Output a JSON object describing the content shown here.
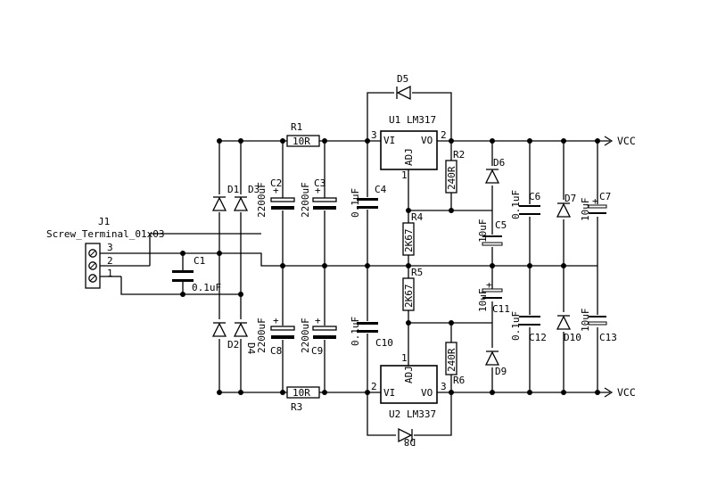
{
  "connector": {
    "ref": "J1",
    "value": "Screw_Terminal_01x03",
    "pins": [
      "3",
      "2",
      "1"
    ]
  },
  "diodes": {
    "d1": "D1",
    "d2": "D2",
    "d3": "D3",
    "d4": "D4",
    "d5": "D5",
    "d6": "D6",
    "d7": "D7",
    "d8": "D8",
    "d9": "D9",
    "d10": "D10"
  },
  "resistors": {
    "r1": {
      "ref": "R1",
      "value": "10R"
    },
    "r2": {
      "ref": "R2",
      "value": "240R"
    },
    "r3": {
      "ref": "R3",
      "value": "10R"
    },
    "r4": {
      "ref": "R4",
      "value": "2K67"
    },
    "r5": {
      "ref": "R5",
      "value": "2K67"
    },
    "r6": {
      "ref": "R6",
      "value": "240R"
    }
  },
  "capacitors": {
    "c1": {
      "ref": "C1",
      "value": "0.1uF"
    },
    "c2": {
      "ref": "C2",
      "value": "2200uF"
    },
    "c3": {
      "ref": "C3",
      "value": "2200uF"
    },
    "c4": {
      "ref": "C4",
      "value": "0.1uF"
    },
    "c5": {
      "ref": "C5",
      "value": "10uF"
    },
    "c6": {
      "ref": "C6",
      "value": "0.1uF"
    },
    "c7": {
      "ref": "C7",
      "value": "10uF"
    },
    "c8": {
      "ref": "C8",
      "value": "2200uF"
    },
    "c9": {
      "ref": "C9",
      "value": "2200uF"
    },
    "c10": {
      "ref": "C10",
      "value": "0.1uF"
    },
    "c11": {
      "ref": "C11",
      "value": "10uF"
    },
    "c12": {
      "ref": "C12",
      "value": "0.1uF"
    },
    "c13": {
      "ref": "C13",
      "value": "10uF"
    }
  },
  "regulators": {
    "u1": {
      "ref": "U1",
      "value": "LM317",
      "vi": "VI",
      "vo": "VO",
      "adj": "ADJ",
      "pin_vi": "3",
      "pin_vo": "2",
      "pin_adj": "1"
    },
    "u2": {
      "ref": "U2",
      "value": "LM337",
      "vi": "VI",
      "vo": "VO",
      "adj": "ADJ",
      "pin_vi": "2",
      "pin_vo": "3",
      "pin_adj": "1"
    }
  },
  "power": {
    "top": "VCC",
    "bottom": "VCC"
  },
  "polarity": {
    "plus": "+"
  }
}
